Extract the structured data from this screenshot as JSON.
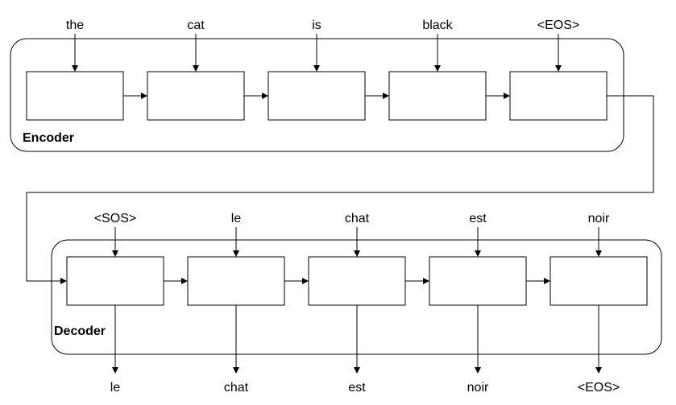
{
  "encoder": {
    "label": "Encoder",
    "inputs": [
      "the",
      "cat",
      "is",
      "black",
      "<EOS>"
    ]
  },
  "decoder": {
    "label": "Decoder",
    "inputs": [
      "<SOS>",
      "le",
      "chat",
      "est",
      "noir"
    ],
    "outputs": [
      "le",
      "chat",
      "est",
      "noir",
      "<EOS>"
    ]
  }
}
